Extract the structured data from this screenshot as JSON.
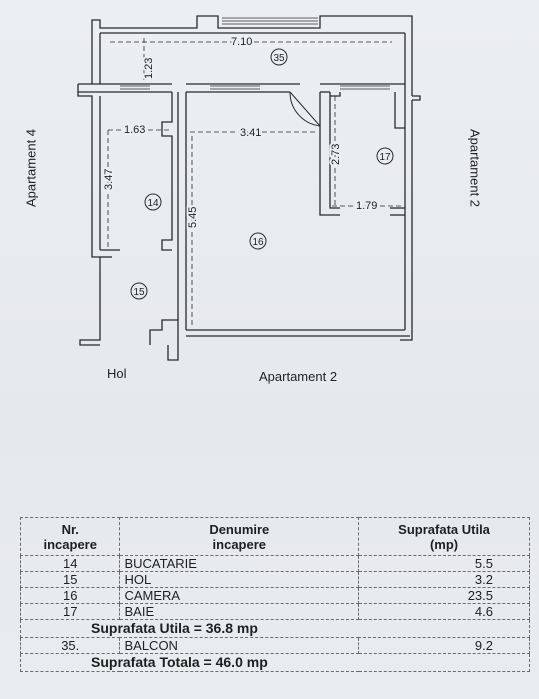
{
  "plan": {
    "dimensions": {
      "balcony_length": "7.10",
      "balcony_depth": "1.23",
      "kitchen_width": "1.63",
      "kitchen_length": "3.47",
      "room_width": "3.41",
      "room_length": "5.45",
      "bath_length": "2.73",
      "bath_width": "1.79"
    },
    "room_numbers": {
      "balcony": "35",
      "kitchen": "14",
      "hall": "15",
      "room": "16",
      "bath": "17"
    },
    "labels": {
      "left": "Apartament 4",
      "right": "Apartament 2",
      "bottom_left": "Hol",
      "bottom": "Apartament 2"
    }
  },
  "table": {
    "headers": {
      "nr": [
        "Nr.",
        "incapere"
      ],
      "name": [
        "Denumire",
        "incapere"
      ],
      "area": [
        "Suprafata Utila",
        "(mp)"
      ]
    },
    "rows": [
      {
        "nr": "14",
        "name": "BUCATARIE",
        "area": "5.5"
      },
      {
        "nr": "15",
        "name": "HOL",
        "area": "3.2"
      },
      {
        "nr": "16",
        "name": "CAMERA",
        "area": "23.5"
      },
      {
        "nr": "17",
        "name": "BAIE",
        "area": "4.6"
      }
    ],
    "usable_total": "Suprafata Utila = 36.8 mp",
    "balcony_row": {
      "nr": "35.",
      "name": "BALCON",
      "area": "9.2"
    },
    "grand_total": "Suprafata Totala = 46.0 mp"
  }
}
